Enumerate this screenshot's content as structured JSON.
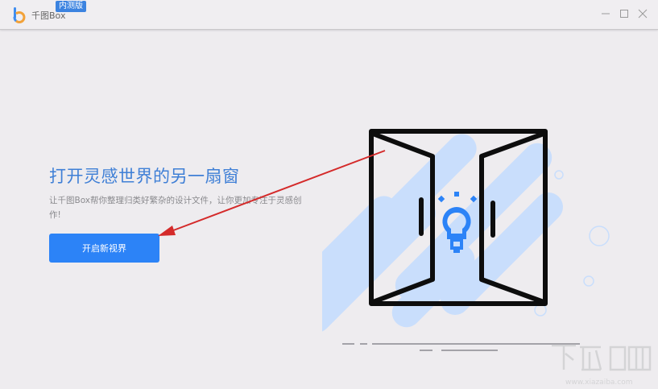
{
  "window": {
    "app_name": "千图Box",
    "badge": "内测版",
    "controls": {
      "minimize": "minimize",
      "maximize": "maximize",
      "close": "close"
    }
  },
  "main": {
    "headline": "打开灵感世界的另一扇窗",
    "description": "让千图Box帮你整理归类好繁杂的设计文件，让你更加专注于灵感创作!",
    "cta_label": "开启新视界"
  },
  "illustration": {
    "icon": "open-door-lightbulb-icon",
    "accent_color": "#2c83f7",
    "stripe_color": "#c9defc"
  },
  "watermark": {
    "text": "下载吧",
    "url_text": "www.xiazaiba.com"
  },
  "colors": {
    "background": "#eeecef",
    "primary": "#2c83f7",
    "headline": "#3f7fd6",
    "annotation_arrow": "#d42a2a"
  }
}
